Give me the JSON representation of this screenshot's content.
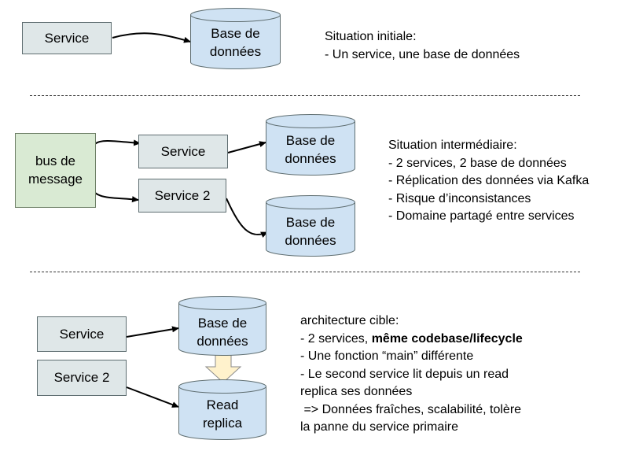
{
  "section1": {
    "service": "Service",
    "db": [
      "Base de",
      "données"
    ],
    "note": [
      "Situation initiale:",
      "- Un service, une base de données"
    ]
  },
  "section2": {
    "bus": [
      "bus de",
      "message"
    ],
    "service1": "Service",
    "service2": "Service 2",
    "db1": [
      "Base de",
      "données"
    ],
    "db2": [
      "Base de",
      "données"
    ],
    "note": [
      "Situation intermédiaire:",
      "- 2 services, 2 base de données",
      "- Réplication des données via Kafka",
      "- Risque d’inconsistances",
      "- Domaine partagé entre services"
    ]
  },
  "section3": {
    "service1": "Service",
    "service2": "Service 2",
    "db": [
      "Base de",
      "données"
    ],
    "replica": [
      "Read",
      "replica"
    ],
    "note": {
      "title": "architecture cible:",
      "line1_prefix": "- 2 services, ",
      "line1_bold": "même codebase/lifecycle",
      "line2": "- Une fonction “main” différente",
      "line3": "- Le second service lit depuis un read",
      "line4": "replica ses données",
      "line5": " => Données fraîches, scalabilité, tolère",
      "line6": "la panne du service primaire"
    }
  },
  "colors": {
    "service_fill": "#dfe7e8",
    "db_fill": "#cfe2f3",
    "bus_fill": "#d9ead3",
    "replication_arrow": "#fff2cc"
  }
}
